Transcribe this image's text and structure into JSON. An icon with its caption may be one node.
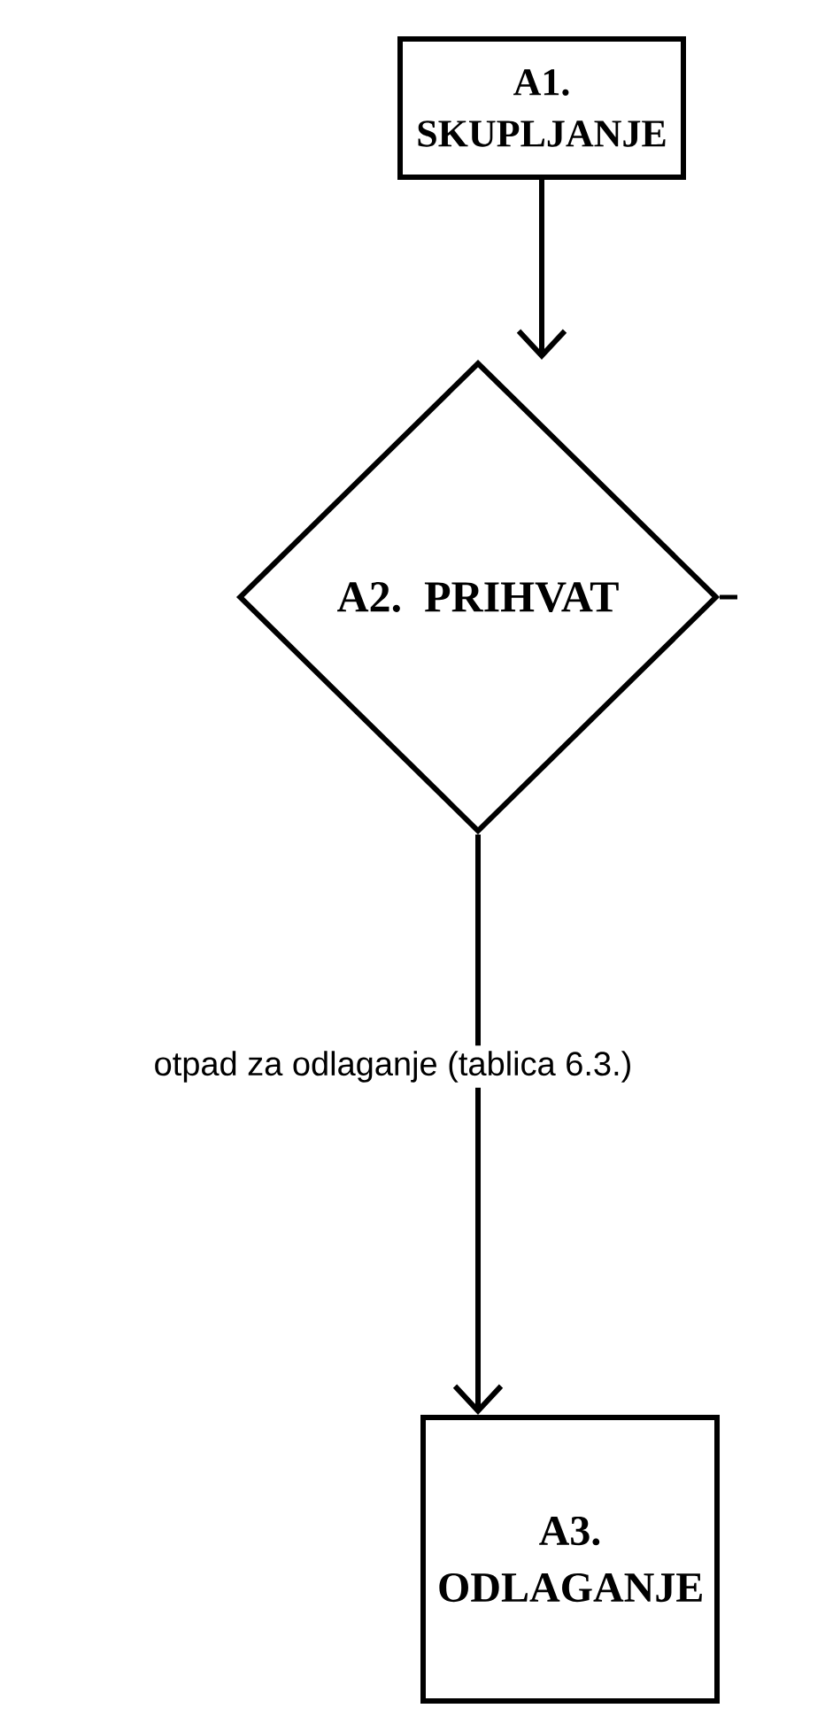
{
  "diagram": {
    "nodes": [
      {
        "text": [
          "A1. SKUPLJANJE"
        ]
      },
      {
        "text": [
          "A2. PRIHVAT"
        ]
      },
      {
        "text": [
          "A3. ODLAGANJE"
        ]
      }
    ],
    "edges": [
      {
        "from": 0,
        "to": 1,
        "arrow": "to"
      },
      {
        "from": 1,
        "to": 2,
        "arrow": "to",
        "label": "otpad za odlaganje (tablica 6.3.)"
      }
    ]
  }
}
